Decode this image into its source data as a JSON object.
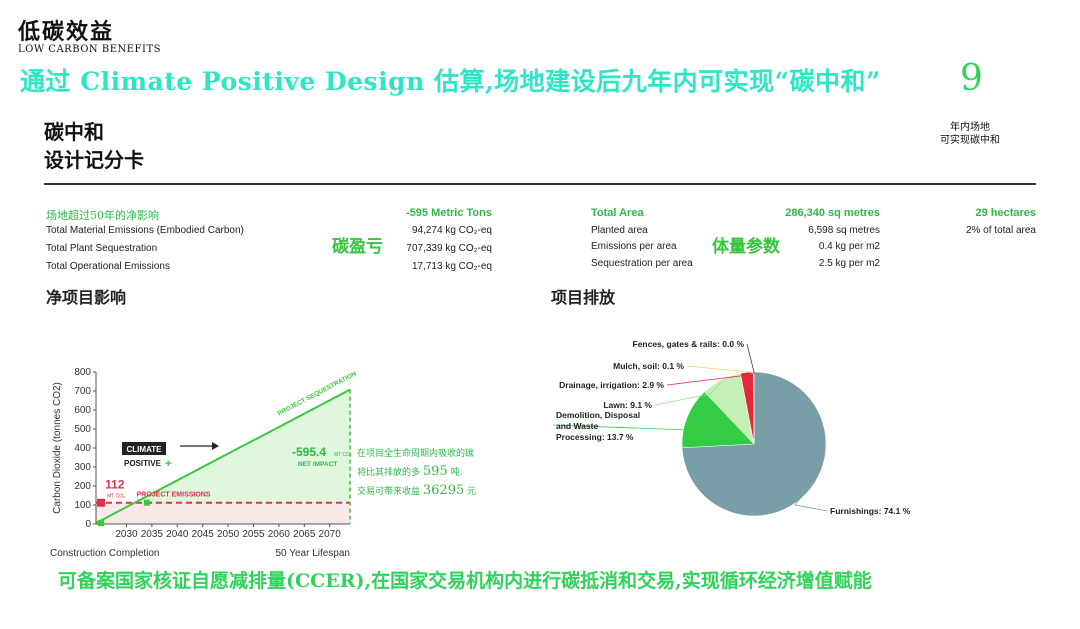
{
  "header": {
    "logo_cn": "低碳效益",
    "logo_en": "LOW CARBON BENEFITS",
    "headline": "通过 Climate Positive Design 估算,场地建设后九年内可实现“碳中和”",
    "headline_number": "9",
    "side_note_line1": "年内场地",
    "side_note_line2": "可实现碳中和"
  },
  "card": {
    "title_line1": "碳中和",
    "title_line2": "设计记分卡"
  },
  "left_stats": {
    "head_label": "场地超过50年的净影响",
    "head_value": "-595 Metric Tons",
    "rows": [
      {
        "label": "Total Material Emissions (Embodied Carbon)",
        "value": "94,274 kg CO₂-eq"
      },
      {
        "label": "Total Plant Sequestration",
        "value": "707,339 kg CO₂-eq"
      },
      {
        "label": "Total Operational Emissions",
        "value": "17,713 kg CO₂-eq"
      }
    ],
    "note": "碳盈亏"
  },
  "right_stats": {
    "head_label": "Total Area",
    "head_value": "286,340 sq metres",
    "head_extra": "29 hectares",
    "rows": [
      {
        "label": "Planted area",
        "value": "6,598 sq metres",
        "extra": "2% of total area"
      },
      {
        "label": "Emissions per area",
        "value": "0.4 kg per m2",
        "extra": ""
      },
      {
        "label": "Sequestration per area",
        "value": "2.5 kg per m2",
        "extra": ""
      }
    ],
    "note": "体量参数"
  },
  "sections": {
    "left_title": "净项目影响",
    "right_title": "项目排放"
  },
  "line_annotations": {
    "climate": "CLIMATE",
    "positive": "POSITIVE",
    "plus": "+",
    "sequestration": "PROJECT SEQUESTRATION",
    "emissions": "PROJECT EMISSIONS",
    "start_value": "112",
    "start_unit": "MT CO₂",
    "net_value": "-595.4",
    "net_unit": "MT CO₂",
    "net_label": "NET IMPACT",
    "cn_note_line1": "在项目全生命周期内吸收的碳",
    "cn_note_line2_pre": "将比其排放的多",
    "cn_note_line2_num": "595",
    "cn_note_line2_post": "吨.",
    "cn_note_line3_pre": "交易可带来收益",
    "cn_note_line3_num": "36295",
    "cn_note_line3_post": "元"
  },
  "footer": {
    "text": "可备案国家核证自愿减排量(CCER),在国家交易机构内进行碳抵消和交易,实现循环经济增值赋能"
  },
  "colors": {
    "headline": "#2ee6c6",
    "green": "#3cc83c",
    "red": "#e03050",
    "pie_main": "#7a9ea8"
  },
  "chart_data": [
    {
      "type": "line",
      "title": "",
      "ylabel": "Carbon Dioxide (tonnes CO2)",
      "xlabel_left": "Construction Completion",
      "xlabel_right": "50 Year Lifespan",
      "ylim": [
        0,
        800
      ],
      "xlim": [
        2024,
        2074
      ],
      "yticks": [
        0,
        100,
        200,
        300,
        400,
        500,
        600,
        700,
        800
      ],
      "xticks": [
        2030,
        2035,
        2040,
        2045,
        2050,
        2055,
        2060,
        2065,
        2070
      ],
      "series": [
        {
          "name": "PROJECT SEQUESTRATION",
          "x": [
            2024,
            2074
          ],
          "y": [
            5,
            707
          ]
        },
        {
          "name": "PROJECT EMISSIONS",
          "x": [
            2024,
            2074
          ],
          "y": [
            112,
            112
          ]
        }
      ]
    },
    {
      "type": "pie",
      "title": "",
      "slices": [
        {
          "label": "Furnishings",
          "value": 74.1,
          "display": "Furnishings: 74.1 %",
          "color": "#7a9ea8"
        },
        {
          "label": "Demolition, Disposal and Waste Processing",
          "value": 13.7,
          "display_lines": [
            "Demolition, Disposal",
            "and Waste",
            "Processing: 13.7 %"
          ],
          "color": "#33cc44"
        },
        {
          "label": "Lawn",
          "value": 9.1,
          "display": "Lawn: 9.1 %",
          "color": "#c4f0b8"
        },
        {
          "label": "Drainage, irrigation",
          "value": 2.9,
          "display": "Drainage, irrigation: 2.9 %",
          "color": "#e02a3c"
        },
        {
          "label": "Mulch, soil",
          "value": 0.1,
          "display": "Mulch, soil: 0.1 %",
          "color": "#f5d36a"
        },
        {
          "label": "Fences, gates & rails",
          "value": 0.0,
          "display": "Fences, gates & rails: 0.0 %",
          "color": "#3a3a3a"
        }
      ]
    }
  ]
}
